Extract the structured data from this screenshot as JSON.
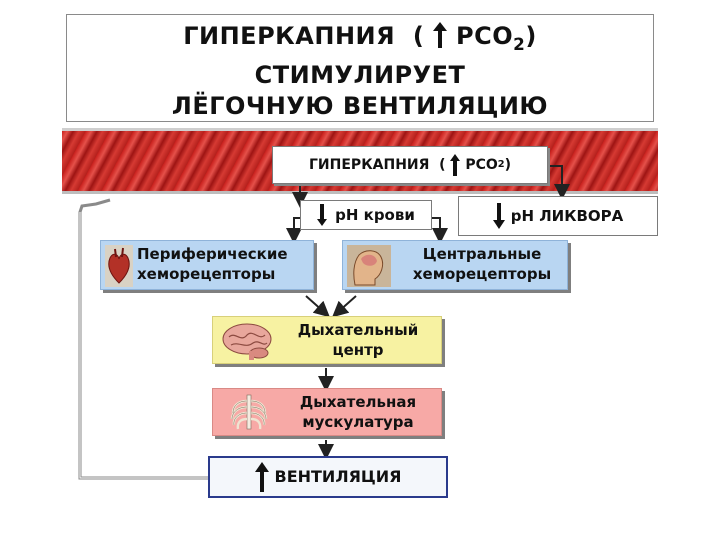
{
  "title": {
    "line1_word": "ГИПЕРКАПНИЯ",
    "line1_paren_open": "(",
    "line1_pco2": "PCO",
    "line1_sub": "2",
    "line1_paren_close": ")",
    "line2": "СТИМУЛИРУЕТ",
    "line3": "ЛЁГОЧНУЮ ВЕНТИЛЯЦИЮ"
  },
  "boxes": {
    "hypercapnia": {
      "word": "ГИПЕРКАПНИЯ",
      "paren_open": "(",
      "pco2": "PCO",
      "sub": "2",
      "paren_close": ")"
    },
    "ph_blood": "pH  крови",
    "ph_liquor": "pH  ЛИКВОРА",
    "peripheral": {
      "line1": "Периферические",
      "line2": "хеморецепторы"
    },
    "central": {
      "line1": "Центральные",
      "line2": "хеморецепторы"
    },
    "resp_center": {
      "line1": "Дыхательный",
      "line2": "центр"
    },
    "resp_muscles": {
      "line1": "Дыхательная",
      "line2": "мускулатура"
    },
    "ventilation": "ВЕНТИЛЯЦИЯ"
  },
  "icons": {
    "up": "arrow-up-icon",
    "down": "arrow-down-icon",
    "heart": "heart-icon",
    "head": "head-icon",
    "brain": "brain-icon",
    "ribcage": "ribcage-icon"
  },
  "colors": {
    "vessel": "#c81f1c",
    "receptor_box": "#b9d6f2",
    "center_box": "#f7f2a2",
    "muscle_box": "#f7a9a6",
    "ventilation_border": "#2a3a8c"
  }
}
